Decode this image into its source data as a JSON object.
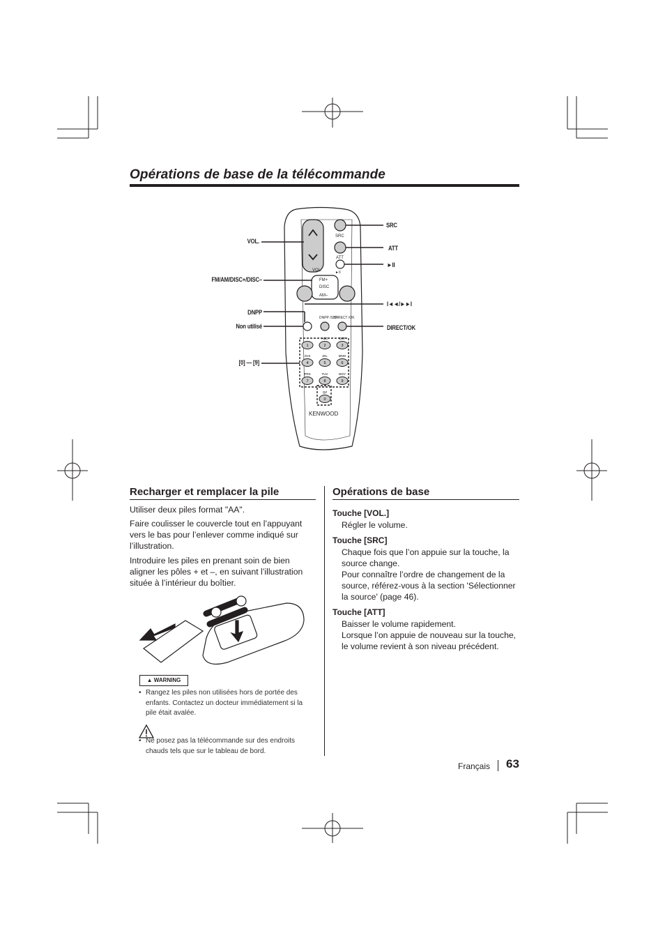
{
  "header": {
    "title": "Opérations de base de la télécommande"
  },
  "remote": {
    "labels_left": {
      "vol": "VOL.",
      "fm_am": "FM/AM/DISC+/DISC–",
      "dnpp": "DNPP",
      "non_utilise": "Non utilisé",
      "digits": "[0] — [9]"
    },
    "labels_right": {
      "src": "SRC",
      "att": "ATT",
      "play_pause": "►II",
      "seek": "I◄◄/►►I",
      "direct_ok": "DIRECT/OK"
    },
    "button_texts": {
      "src": "SRC",
      "att": "ATT",
      "play": "►II",
      "vol": "VOL.",
      "fm": "FM+",
      "disc": "DISC",
      "am": "AM–",
      "dnpp_sbf": "DNPP /SBF",
      "direct_ok": "DIRECT /OK",
      "brand": "KENWOOD"
    },
    "keypad": [
      {
        "d": "1",
        "l": ""
      },
      {
        "d": "2",
        "l": "ABC"
      },
      {
        "d": "3",
        "l": "DEF"
      },
      {
        "d": "4",
        "l": "GHI"
      },
      {
        "d": "5",
        "l": "JKL"
      },
      {
        "d": "6",
        "l": "MNO"
      },
      {
        "d": "7",
        "l": "PRS"
      },
      {
        "d": "8",
        "l": "TUV"
      },
      {
        "d": "9",
        "l": "WXY"
      },
      {
        "d": "0",
        "l": "QZ"
      }
    ]
  },
  "left_section": {
    "title": "Recharger et remplacer la pile",
    "p1": "Utiliser deux piles format \"AA\".",
    "p2": "Faire coulisser le couvercle tout en l’appuyant vers le bas pour l’enlever comme indiqué sur l’illustration.",
    "p3": "Introduire les piles en prenant soin de bien aligner les pôles + et –, en suivant l’illustration située à l’intérieur du boîtier.",
    "warning_label": "WARNING",
    "bullet1": "Rangez les piles non utilisées hors de portée des enfants. Contactez un docteur immédiatement si la pile était avalée.",
    "bullet2": "Ne posez pas la télécommande sur des endroits chauds tels que sur le tableau de bord."
  },
  "right_section": {
    "title": "Opérations de base",
    "items": [
      {
        "term": "Touche [VOL.]",
        "lines": [
          "Régler le volume."
        ]
      },
      {
        "term": "Touche [SRC]",
        "lines": [
          "Chaque fois que l’on appuie sur la touche, la source change.",
          "Pour connaître l’ordre de changement de la source, référez-vous à la section 'Sélectionner la source' (page 46)."
        ]
      },
      {
        "term": "Touche [ATT]",
        "lines": [
          "Baisser le volume rapidement.",
          "Lorsque l’on appuie de nouveau sur la touche, le volume revient à son niveau précédent."
        ]
      }
    ]
  },
  "footer": {
    "language": "Français",
    "page": "63"
  }
}
